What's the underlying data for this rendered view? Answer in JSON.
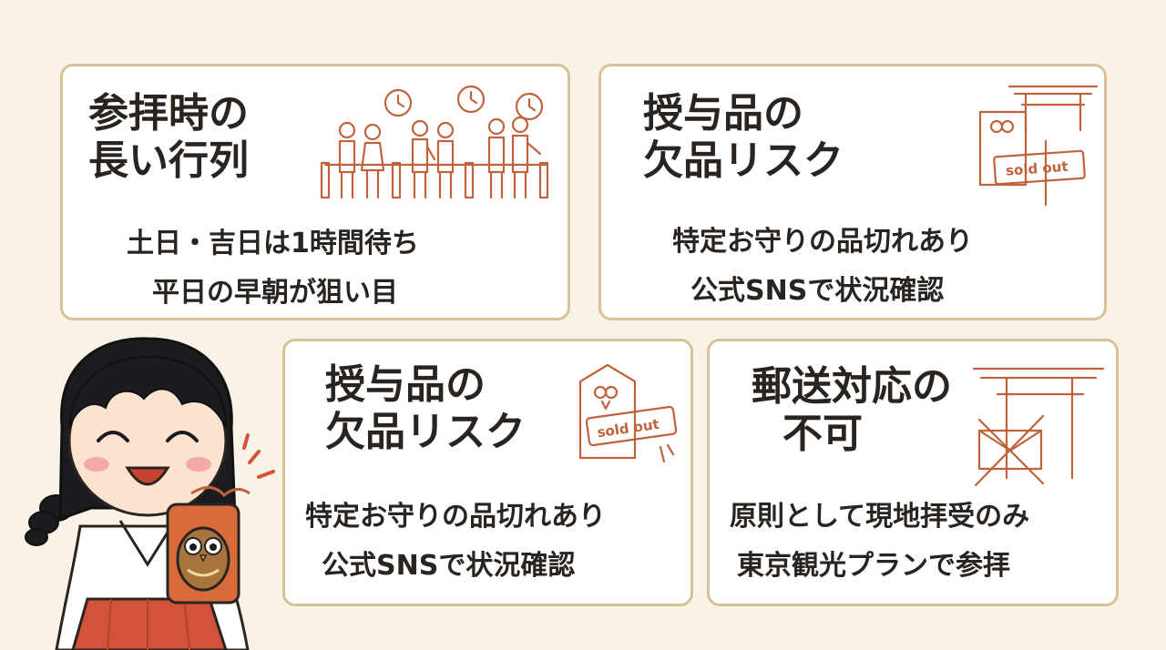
{
  "cards": [
    {
      "title_lines": [
        "参拝時の",
        "長い行列"
      ],
      "body_lines": [
        "土日・吉日は1時間待ち",
        "平日の早朝が狙い目"
      ],
      "icon": "queue-icon"
    },
    {
      "title_lines": [
        "授与品の",
        "欠品リスク"
      ],
      "body_lines": [
        "特定お守りの品切れあり",
        "公式SNSで状況確認"
      ],
      "icon": "sold-out-charm-icon",
      "badge": "sold out"
    },
    {
      "title_lines": [
        "授与品の",
        "欠品リスク"
      ],
      "body_lines": [
        "特定お守りの品切れあり",
        "公式SNSで状況確認"
      ],
      "icon": "sold-out-charm-icon",
      "badge": "sold out"
    },
    {
      "title_lines": [
        "郵送対応の",
        "不可"
      ],
      "body_lines": [
        "原則として現地拝受のみ",
        "東京観光プランで参拝"
      ],
      "icon": "no-mail-torii-icon"
    }
  ],
  "colors": {
    "background": "#f8f3e6",
    "card_border": "#d8c295",
    "accent": "#c0633c",
    "text": "#2a2420"
  },
  "illustration": "shrine-maiden-with-owl-charm"
}
